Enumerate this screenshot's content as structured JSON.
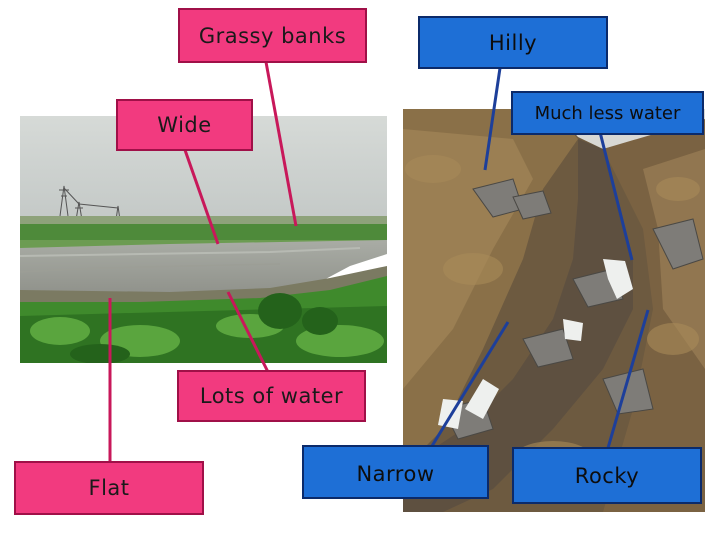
{
  "labels": {
    "grassy_banks": "Grassy banks",
    "hilly": "Hilly",
    "wide": "Wide",
    "much_less_water": "Much less water",
    "lots_of_water": "Lots of water",
    "flat": "Flat",
    "narrow": "Narrow",
    "rocky": "Rocky"
  },
  "colors": {
    "pink_box": "#f23a7f",
    "pink_line": "#c8185a",
    "blue_box": "#1e6fd6",
    "blue_line": "#1d3f9a"
  }
}
